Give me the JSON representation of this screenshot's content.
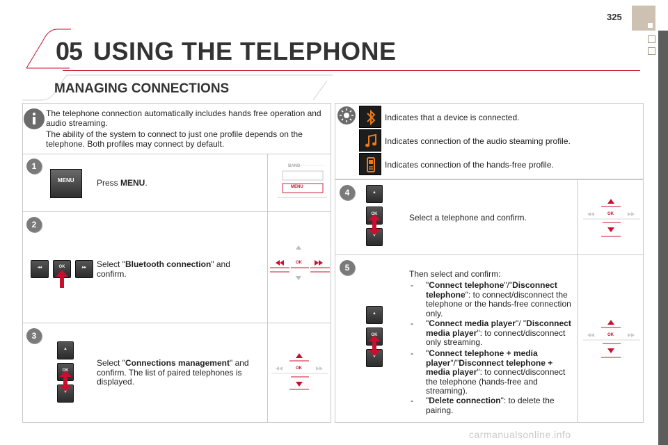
{
  "header": {
    "page_number": "325",
    "chapter_number": "05",
    "chapter_title": "USING THE TELEPHONE",
    "section_title": "MANAGING CONNECTIONS"
  },
  "info": {
    "paragraph_1": "The telephone connection automatically includes hands free operation and audio streaming.",
    "paragraph_2": "The ability of the system to connect to just one profile depends on the telephone. Both profiles may connect by default."
  },
  "steps": {
    "step1": {
      "badge": "1",
      "text_prefix": "Press ",
      "text_bold": "MENU",
      "text_suffix": ".",
      "button_label": "MENU",
      "sketch_band": "BAND",
      "sketch_menu": "MENU"
    },
    "step2": {
      "badge": "2",
      "text_prefix": "Select \"",
      "text_bold": "Bluetooth connection",
      "text_suffix": "\" and confirm.",
      "ok_label": "OK"
    },
    "step3": {
      "badge": "3",
      "text_prefix": "Select \"",
      "text_bold": "Connections management",
      "text_suffix": "\" and confirm. The list of paired telephones is displayed.",
      "ok_label": "OK"
    },
    "step4": {
      "badge": "4",
      "text": "Select a telephone and confirm.",
      "ok_label": "OK"
    },
    "step5": {
      "badge": "5",
      "intro": "Then select and confirm:",
      "ok_label": "OK",
      "items": [
        {
          "dash": "-",
          "q1": "\"",
          "bold_a": "Connect telephone",
          "sep": "\"/\"",
          "bold_b": "Disconnect telephone",
          "q2": "\"",
          "rest": ": to connect/disconnect the telephone or the hands-free connection only."
        },
        {
          "dash": "-",
          "q1": "\"",
          "bold_a": "Connect media player",
          "sep": "\"/ \"",
          "bold_b": "Disconnect media player",
          "q2": "\"",
          "rest": ": to connect/disconnect only streaming."
        },
        {
          "dash": "-",
          "q1": "\"",
          "bold_a": "Connect telephone + media player",
          "sep": "\"/\"",
          "bold_b": "Disconnect telephone + media player",
          "q2": "\"",
          "rest": ": to connect/disconnect the telephone (hands-free and streaming)."
        },
        {
          "dash": "-",
          "q1": "\"",
          "bold_a": "Delete connection",
          "sep": "",
          "bold_b": "",
          "q2": "\"",
          "rest": ": to delete the pairing."
        }
      ]
    }
  },
  "status_icons": [
    {
      "icon": "bluetooth-icon",
      "text": "Indicates that a device is connected."
    },
    {
      "icon": "music-note-icon",
      "text": "Indicates connection of the audio steaming profile."
    },
    {
      "icon": "phone-icon",
      "text": "Indicates connection of the hands-free profile."
    }
  ],
  "footer": {
    "watermark": "carmanualsonline.info"
  },
  "colors": {
    "accent": "#c8102e",
    "border": "#c9c9c9",
    "tab": "#cdc2b2",
    "sidebar": "#5d5d5d"
  }
}
